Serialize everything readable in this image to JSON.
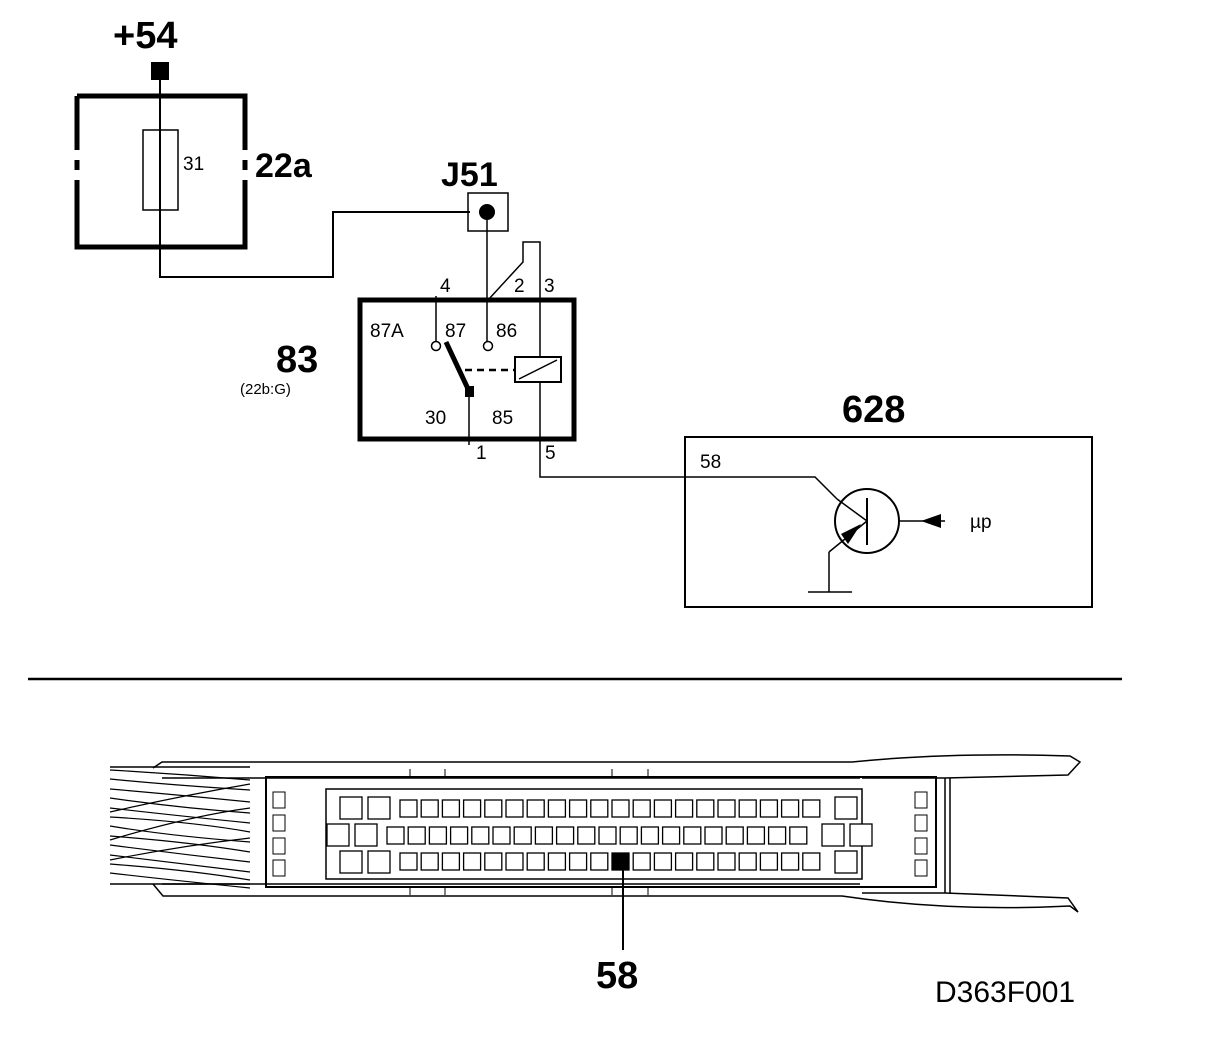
{
  "supply": {
    "label": "+54"
  },
  "fuse_box": {
    "label": "22a",
    "fuse_number": "31"
  },
  "junction": {
    "label": "J51"
  },
  "relay": {
    "label": "83",
    "sublabel": "(22b:G)",
    "terminals": {
      "t87a": "87A",
      "t87": "87",
      "t86": "86",
      "t30": "30",
      "t85": "85"
    },
    "pins": {
      "p4": "4",
      "p2": "2",
      "p3": "3",
      "p1": "1",
      "p5": "5"
    }
  },
  "control_unit": {
    "label": "628",
    "pin": "58",
    "input_label": "µp"
  },
  "connector": {
    "pin_callout": "58"
  },
  "drawing_code": "D363F001",
  "colors": {
    "ink": "#000000",
    "background": "#ffffff"
  }
}
